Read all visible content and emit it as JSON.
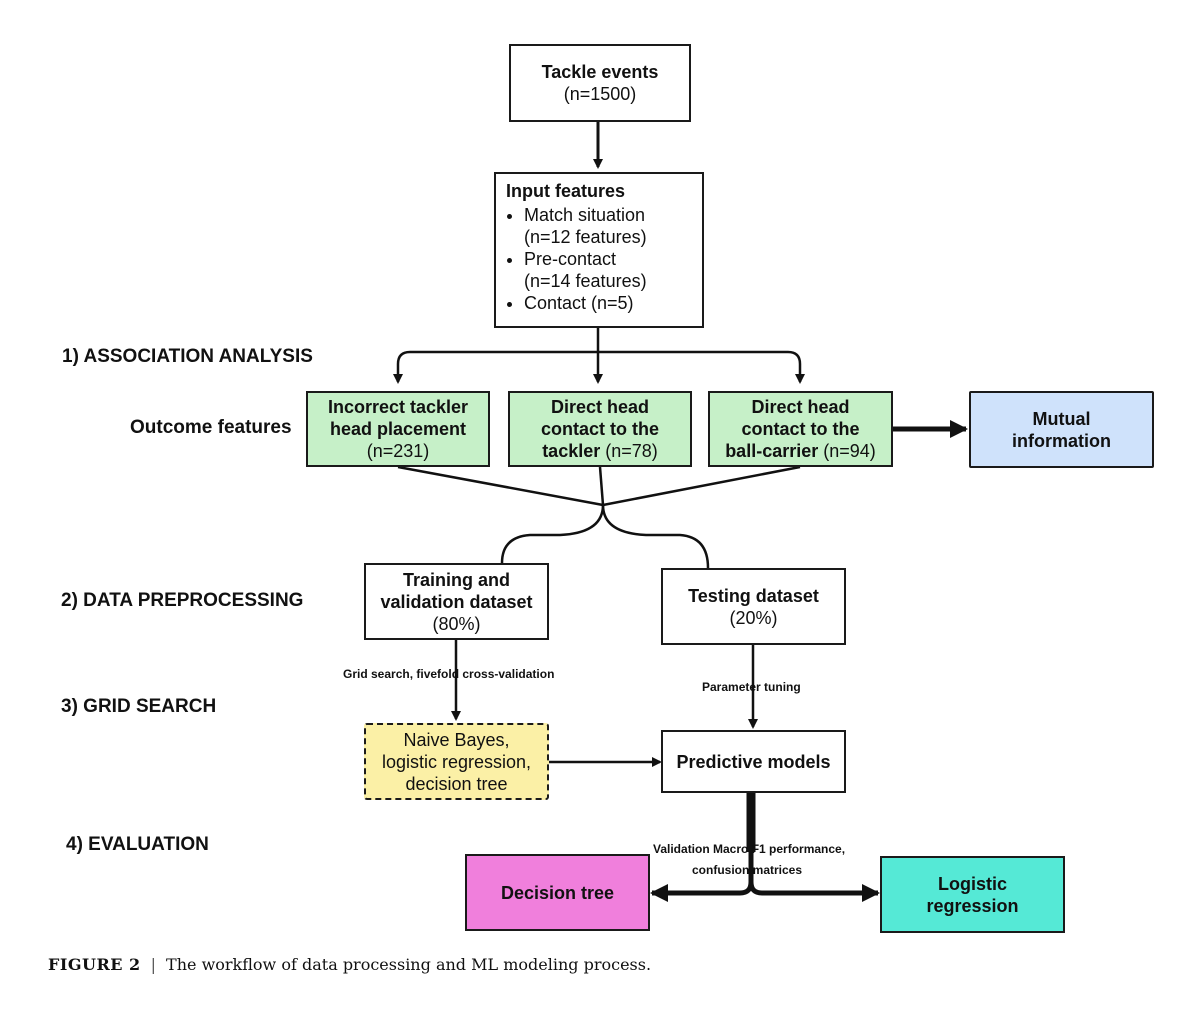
{
  "boxes": {
    "tackle": {
      "title": "Tackle events",
      "count": "(n=1500)"
    },
    "input": {
      "title": "Input features",
      "items": [
        {
          "line1": "Match situation",
          "line2": "(n=12 features)"
        },
        {
          "line1": "Pre-contact",
          "line2": "(n=14 features)"
        },
        {
          "line1": "Contact (n=5)",
          "line2": ""
        }
      ]
    },
    "outcome1": {
      "line1": "Incorrect tackler",
      "line2": "head placement",
      "count": "(n=231)"
    },
    "outcome2": {
      "line1": "Direct head",
      "line2": "contact to the",
      "line3": "tackler",
      "count": "(n=78)"
    },
    "outcome3": {
      "line1": "Direct head",
      "line2": "contact to the",
      "line3": "ball-carrier",
      "count": "(n=94)"
    },
    "mutual": {
      "line1": "Mutual",
      "line2": "information"
    },
    "training": {
      "line1": "Training and",
      "line2": "validation dataset",
      "pct": "(80%)"
    },
    "testing": {
      "title": "Testing dataset",
      "pct": "(20%)"
    },
    "models": {
      "line1": "Naive Bayes,",
      "line2": "logistic regression,",
      "line3": "decision tree"
    },
    "predictive": {
      "title": "Predictive models"
    },
    "dtree": {
      "title": "Decision tree"
    },
    "logreg": {
      "line1": "Logistic",
      "line2": "regression"
    }
  },
  "stages": {
    "s1": "1) ASSOCIATION ANALYSIS",
    "outcome": "Outcome features",
    "s2": "2) DATA PREPROCESSING",
    "s3": "3) GRID SEARCH",
    "s4": "4) EVALUATION"
  },
  "edge_labels": {
    "grid": "Grid search, fivefold cross-validation",
    "param": "Parameter tuning",
    "eval1": "Validation Macro F1 performance,",
    "eval2": "confusion matrices"
  },
  "caption": {
    "figure": "FIGURE 2",
    "separator": "|",
    "text": "The workflow of data processing and ML modeling process."
  },
  "colors": {
    "outcome_fill": "#c6f0c8",
    "mutual_fill": "#cfe2fb",
    "models_fill": "#fbf0a6",
    "dtree_fill": "#f07fdc",
    "logreg_fill": "#55e9d6"
  }
}
